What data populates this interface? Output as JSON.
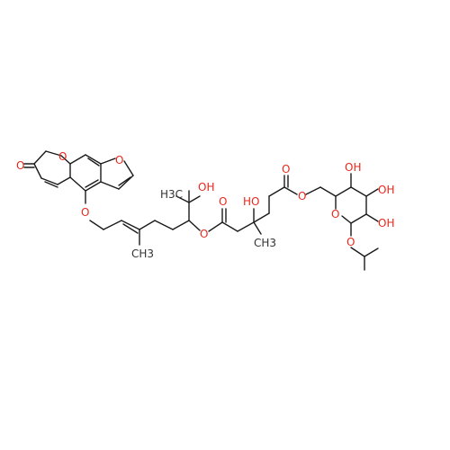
{
  "colors": {
    "bond": "#1a1a1a",
    "oxygen": "#e8281c",
    "carbon_label": "#333333",
    "background": "#ffffff"
  },
  "atom_labels": {
    "lactone_carbonyl_o": "O",
    "pyranone_ring_o": "O",
    "furan_o": "O",
    "aryl_ether_o": "O",
    "quat_c_oh": "OH",
    "quat_c_me": "H3C",
    "ester_o": "O",
    "ester_carbonyl_o": "O",
    "tertiary_oh": "HO",
    "tertiary_me": "CH3",
    "allylic_me": "CH3",
    "ester2_carbonyl_o": "O",
    "ester2_o": "O",
    "sugar_ring_o": "O",
    "sugar_oh_1": "OH",
    "sugar_oh_2": "OH",
    "sugar_oh_3": "OH",
    "glycoside_o": "O"
  }
}
